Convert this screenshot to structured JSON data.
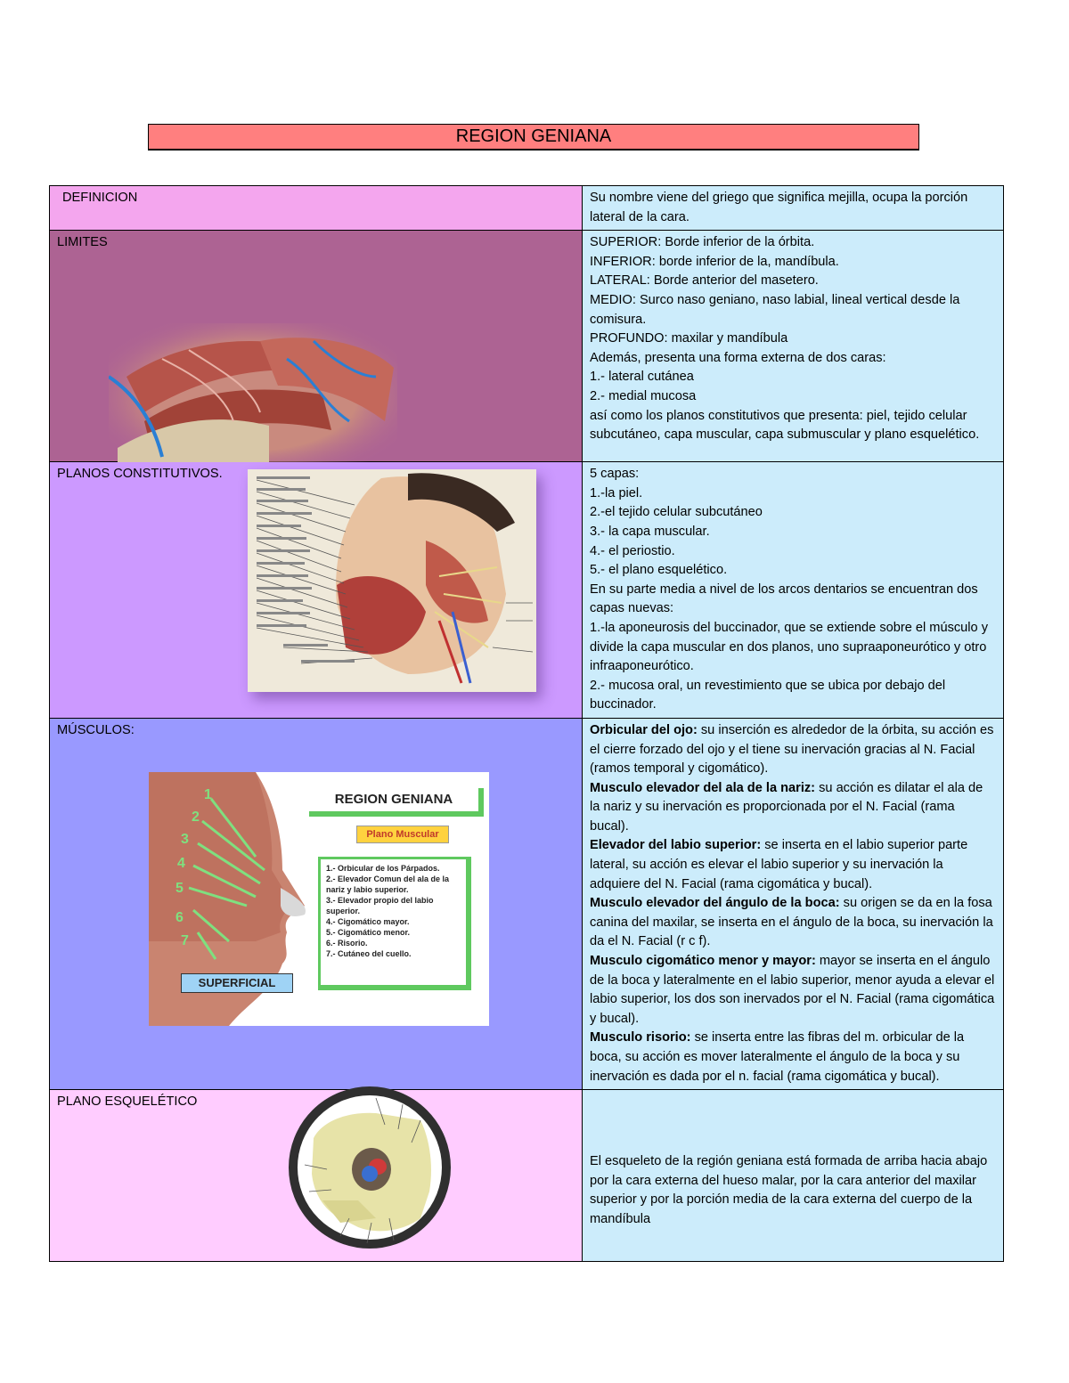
{
  "title": "REGION GENIANA",
  "rows": [
    {
      "label": "DEFINICION",
      "bg": "#f4a6ee",
      "text": [
        "Su nombre viene del griego que significa mejilla, ocupa la porción lateral de la cara."
      ]
    },
    {
      "label": "LIMITES",
      "bg": "#ad6393",
      "text": [
        "SUPERIOR: Borde inferior de la órbita.",
        "INFERIOR: borde inferior de la, mandíbula.",
        "LATERAL: Borde anterior del masetero.",
        "MEDIO: Surco naso geniano, naso labial, lineal vertical desde la comisura.",
        "PROFUNDO: maxilar y mandíbula",
        "Además, presenta una forma externa de dos caras:",
        "1.- lateral cutánea",
        "2.- medial mucosa",
        "así como los planos constitutivos que presenta: piel, tejido celular subcutáneo, capa muscular, capa submuscular y plano esquelético."
      ]
    },
    {
      "label": "PLANOS CONSTITUTIVOS.",
      "bg": "#cc99ff",
      "text": [
        "5 capas:",
        "1.-la piel.",
        "2.-el tejido celular subcutáneo",
        "3.- la capa muscular.",
        "4.- el periostio.",
        "5.- el plano esquelético.",
        "En su parte media a nivel de los arcos dentarios se encuentran dos capas nuevas:",
        "1.-la aponeurosis del buccinador, que se extiende sobre el músculo y divide la capa muscular en dos planos, uno supraaponeurótico y otro infraaponeurótico.",
        "2.- mucosa oral, un revestimiento que se ubica por debajo del buccinador."
      ]
    },
    {
      "label": "MÚSCULOS:",
      "bg": "#9999ff",
      "muscles": [
        {
          "name": "Orbicular del ojo:",
          "desc": " su inserción es alrededor de la órbita, su acción es el cierre forzado del ojo y el tiene su inervación gracias al N. Facial (ramos temporal y cigomático)."
        },
        {
          "name": "Musculo elevador del ala de la nariz:",
          "desc": " su acción es dilatar el ala de la nariz y su inervación es proporcionada por el N. Facial (rama bucal)."
        },
        {
          "name": "Elevador del labio superior:",
          "desc": " se inserta en el labio superior parte lateral, su acción es elevar el labio superior y su inervación la adquiere del N. Facial (rama cigomática y bucal)."
        },
        {
          "name": "Musculo elevador del ángulo de la boca:",
          "desc": " su origen se da en la fosa canina del maxilar, se inserta en el ángulo de la boca, su inervación la da el N. Facial (r c f)."
        },
        {
          "name": "Musculo cigomático menor y mayor:",
          "desc": " mayor se inserta en el ángulo de la boca y lateralmente en el labio superior, menor ayuda a elevar el labio superior, los dos son inervados por el N. Facial (rama cigomática y bucal)."
        },
        {
          "name": "Musculo risorio:",
          "desc": " se inserta entre las fibras del m. orbicular de la boca, su acción es mover lateralmente el ángulo de la boca y su inervación es dada por el n. facial (rama cigomática y bucal)."
        }
      ],
      "figure": {
        "title": "REGION GENIANA",
        "subtitle": "Plano Muscular",
        "items": [
          "1.- Orbicular de los Párpados.",
          "2.- Elevador Comun del ala de la nariz y labio superior.",
          "3.- Elevador propio del labio superior.",
          "4.- Cigomático mayor.",
          "5.- Cigomático menor.",
          "6.- Risorio.",
          "7.- Cutáneo del cuello."
        ],
        "badge": "SUPERFICIAL",
        "numbers": [
          "1",
          "2",
          "3",
          "4",
          "5",
          "6",
          "7"
        ]
      }
    },
    {
      "label": "PLANO ESQUELÉTICO",
      "bg": "#ffccff",
      "text": [
        "El esqueleto de la región geniana está formada de arriba hacia abajo por la cara externa del hueso malar, por la cara anterior del maxilar superior y por la porción media de la cara externa del cuerpo de la mandíbula"
      ]
    }
  ]
}
